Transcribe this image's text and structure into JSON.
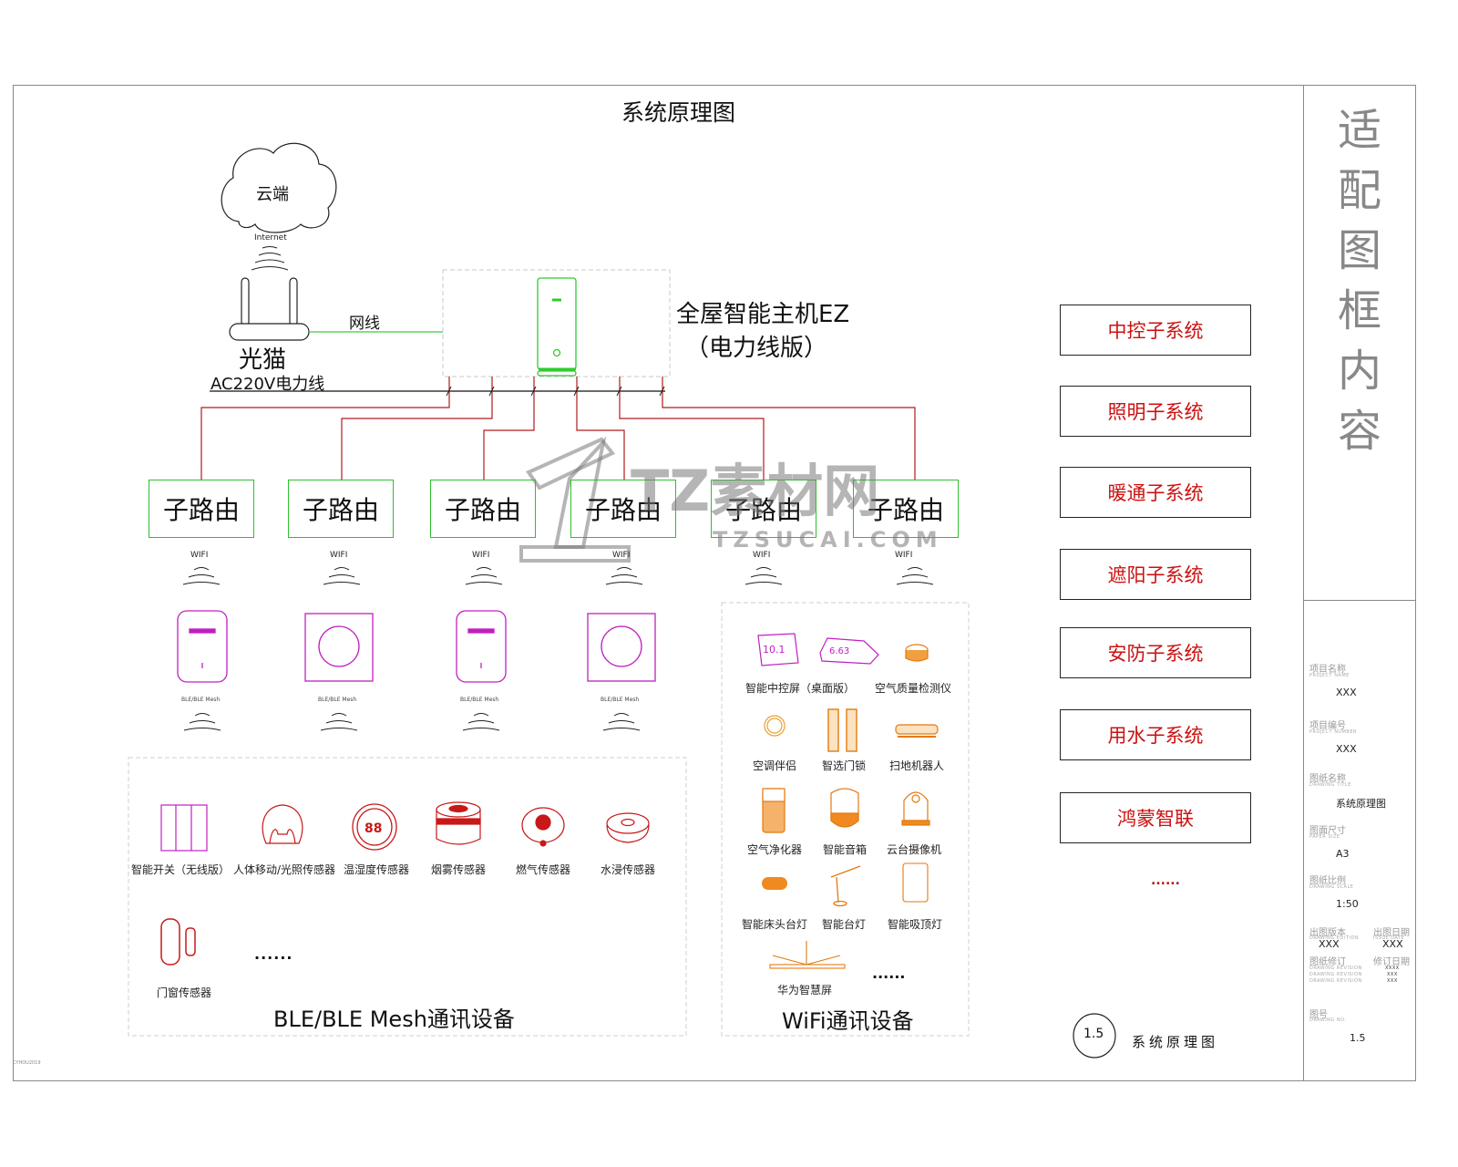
{
  "diagram": {
    "title": "系统原理图",
    "cloud": {
      "label": "云端",
      "link_label": "Internet"
    },
    "modem": {
      "label": "光猫",
      "power_line_label": "AC220V电力线",
      "network_cable_label": "网线"
    },
    "host": {
      "line1": "全屋智能主机EZ",
      "line2": "（电力线版）"
    },
    "sub_routers": [
      {
        "label": "子路由",
        "link": "WIFI"
      },
      {
        "label": "子路由",
        "link": "WIFI"
      },
      {
        "label": "子路由",
        "link": "WIFI"
      },
      {
        "label": "子路由",
        "link": "WIFI"
      },
      {
        "label": "子路由",
        "link": "WIFI"
      },
      {
        "label": "子路由",
        "link": "WIFI"
      }
    ],
    "ble_gateways": [
      {
        "type": "panel-tall",
        "link": "BLE/BLE Mesh"
      },
      {
        "type": "panel-square",
        "link": "BLE/BLE Mesh"
      },
      {
        "type": "panel-tall",
        "link": "BLE/BLE Mesh"
      },
      {
        "type": "panel-square",
        "link": "BLE/BLE Mesh"
      }
    ],
    "ble_group": {
      "title": "BLE/BLE Mesh通讯设备",
      "devices": [
        {
          "label": "智能开关（无线版）",
          "icon": "switch-icon"
        },
        {
          "label": "人体移动/光照传感器",
          "icon": "motion-sensor-icon"
        },
        {
          "label": "温湿度传感器",
          "icon": "thermo-hygrometer-icon"
        },
        {
          "label": "烟雾传感器",
          "icon": "smoke-sensor-icon"
        },
        {
          "label": "燃气传感器",
          "icon": "gas-sensor-icon"
        },
        {
          "label": "水浸传感器",
          "icon": "water-sensor-icon"
        },
        {
          "label": "门窗传感器",
          "icon": "door-window-sensor-icon"
        }
      ],
      "more": "......"
    },
    "wifi_group": {
      "title": "WiFi通讯设备",
      "devices": [
        {
          "label": "智能中控屏（桌面版）",
          "icon": "control-screen-icon"
        },
        {
          "label": "空气质量检测仪",
          "icon": "air-quality-monitor-icon"
        },
        {
          "label": "空调伴侣",
          "icon": "ac-companion-icon"
        },
        {
          "label": "智选门锁",
          "icon": "door-lock-icon"
        },
        {
          "label": "扫地机器人",
          "icon": "robot-vacuum-icon"
        },
        {
          "label": "空气净化器",
          "icon": "air-purifier-icon"
        },
        {
          "label": "智能音箱",
          "icon": "smart-speaker-icon"
        },
        {
          "label": "云台摄像机",
          "icon": "ptz-camera-icon"
        },
        {
          "label": "智能床头台灯",
          "icon": "bedside-lamp-icon"
        },
        {
          "label": "智能台灯",
          "icon": "desk-lamp-icon"
        },
        {
          "label": "智能吸顶灯",
          "icon": "ceiling-light-icon"
        },
        {
          "label": "华为智慧屏",
          "icon": "smart-screen-icon"
        }
      ],
      "more": "......"
    },
    "subsystems": [
      "中控子系统",
      "照明子系统",
      "暖通子系统",
      "遮阳子系统",
      "安防子系统",
      "用水子系统",
      "鸿蒙智联"
    ],
    "subsystems_more": "......",
    "drawing_ref": {
      "number": "1.5",
      "name": "系统原理图"
    },
    "watermark": {
      "main": "TZ素材网",
      "sub": "TZSUCAI.COM"
    }
  },
  "title_block": {
    "frame_text": [
      "适",
      "配",
      "图",
      "框",
      "内",
      "容"
    ],
    "fields": [
      {
        "label": "项目名称",
        "sub": "PROJECT NAME",
        "value": "XXX"
      },
      {
        "label": "项目编号",
        "sub": "PROJECT NUMBER",
        "value": "XXX"
      },
      {
        "label": "图纸名称",
        "sub": "DRAWING TITLE",
        "value": "系统原理图"
      },
      {
        "label": "图面尺寸",
        "sub": "PAPER SIZE",
        "value": "A3"
      },
      {
        "label": "图纸比例",
        "sub": "DRAWING SCALE",
        "value": "1:50"
      }
    ],
    "version": {
      "label": "出图版本",
      "sub": "DRAWING EDITION",
      "value": "XXX"
    },
    "issue_date": {
      "label": "出图日期",
      "sub": "ISSUE DATE",
      "value": "XXX"
    },
    "revision": {
      "label": "图纸修订",
      "sub": [
        "DRAWING REVISION",
        "DRAWING REVISION",
        "DRAWING REVISION"
      ]
    },
    "revision_date": {
      "label": "修订日期",
      "values": [
        "XXXX",
        "XXX",
        "XXX"
      ]
    },
    "drawing_no": {
      "label": "图号",
      "sub": "DRAWING NO.",
      "value": "1.5"
    },
    "footer_code": "CYHOU2019"
  }
}
